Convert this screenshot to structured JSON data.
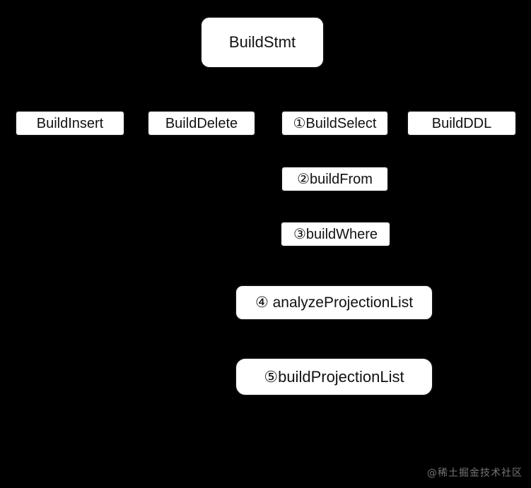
{
  "diagram": {
    "background_color": "#000000",
    "node_fill_color": "#ffffff",
    "node_border_color": "#0d0d0d",
    "node_text_color": "#111111",
    "nodes": [
      {
        "id": "buildstmt",
        "label": "BuildStmt"
      },
      {
        "id": "buildinsert",
        "label": "BuildInsert"
      },
      {
        "id": "builddelete",
        "label": "BuildDelete"
      },
      {
        "id": "buildselect",
        "label": "①BuildSelect"
      },
      {
        "id": "buildddl",
        "label": "BuildDDL"
      },
      {
        "id": "buildfrom",
        "label": "②buildFrom"
      },
      {
        "id": "buildwhere",
        "label": "③buildWhere"
      },
      {
        "id": "analyzeprojectionlist",
        "label": "④ analyzeProjectionList"
      },
      {
        "id": "buildprojectionlist",
        "label": "⑤buildProjectionList"
      }
    ]
  },
  "watermark": {
    "text": "@稀土掘金技术社区",
    "color": "#8a8a8a"
  }
}
